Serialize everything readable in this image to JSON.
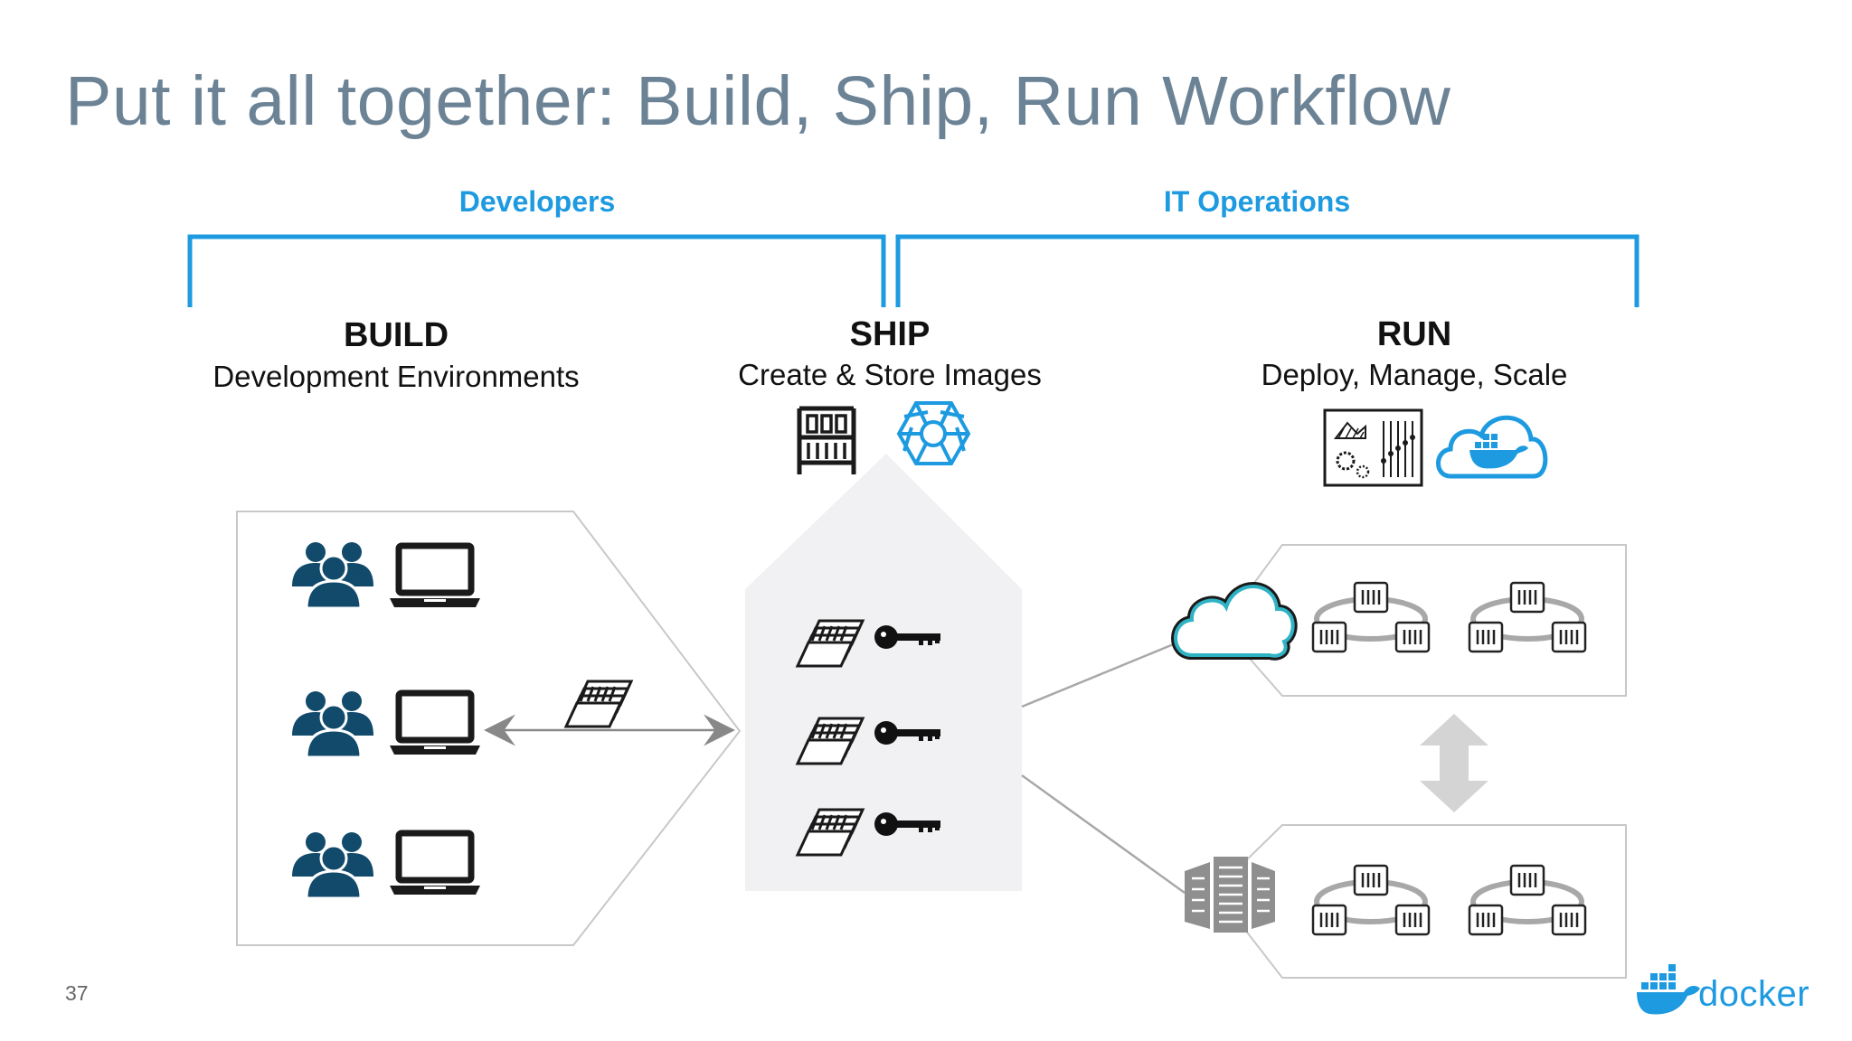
{
  "title": "Put it all together: Build, Ship, Run Workflow",
  "groups": {
    "developers": "Developers",
    "it_operations": "IT Operations"
  },
  "stages": {
    "build": {
      "title": "BUILD",
      "subtitle": "Development Environments"
    },
    "ship": {
      "title": "SHIP",
      "subtitle": "Create & Store Images"
    },
    "run": {
      "title": "RUN",
      "subtitle": "Deploy, Manage, Scale"
    }
  },
  "page_number": "37",
  "logo": {
    "text": "docker",
    "icon": "docker-whale-icon"
  },
  "colors": {
    "title": "#6c8396",
    "accent": "#1d9ae0",
    "people": "#114a6b",
    "dark": "#1a1a1a",
    "gray": "#a8a8a8"
  },
  "icons": [
    "people-icon",
    "laptop-icon",
    "image-layers-icon",
    "key-icon",
    "registry-icon",
    "hub-icon",
    "management-console-icon",
    "docker-cloud-icon",
    "cloud-icon",
    "datacenter-servers-icon",
    "container-cluster-icon",
    "bidirectional-arrow-icon"
  ]
}
